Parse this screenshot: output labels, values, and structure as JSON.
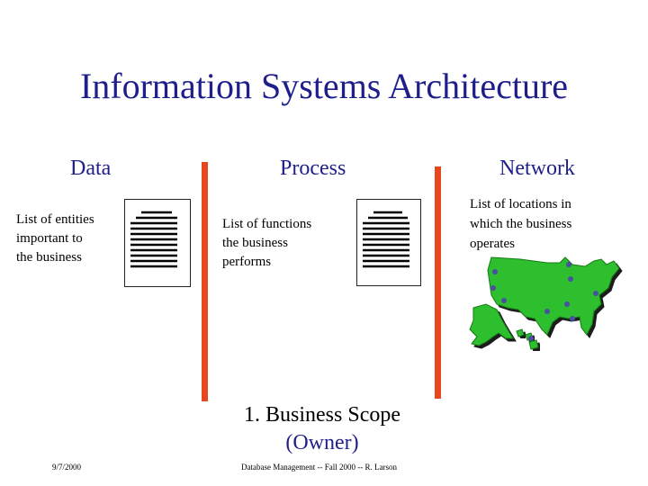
{
  "colors": {
    "navy": "#1f1f8c",
    "accent": "#e8461c",
    "map_green": "#2fbf2f",
    "map_dot": "#4a4fa0"
  },
  "title": "Information Systems Architecture",
  "columns": {
    "data": {
      "heading": "Data",
      "description": [
        "List of  entities",
        "important to",
        "the business"
      ],
      "icon": "document-list-icon"
    },
    "process": {
      "heading": "Process",
      "description": [
        "List of functions",
        "the business",
        "performs"
      ],
      "icon": "document-list-icon"
    },
    "network": {
      "heading": "Network",
      "description": [
        "List of locations in",
        "which the business",
        "operates"
      ],
      "icon": "usa-map-icon"
    }
  },
  "scope": {
    "line1": "1. Business Scope",
    "line2": "(Owner)"
  },
  "footer": {
    "date": "9/7/2000",
    "credit": "Database Management -- Fall 2000 -- R. Larson"
  }
}
